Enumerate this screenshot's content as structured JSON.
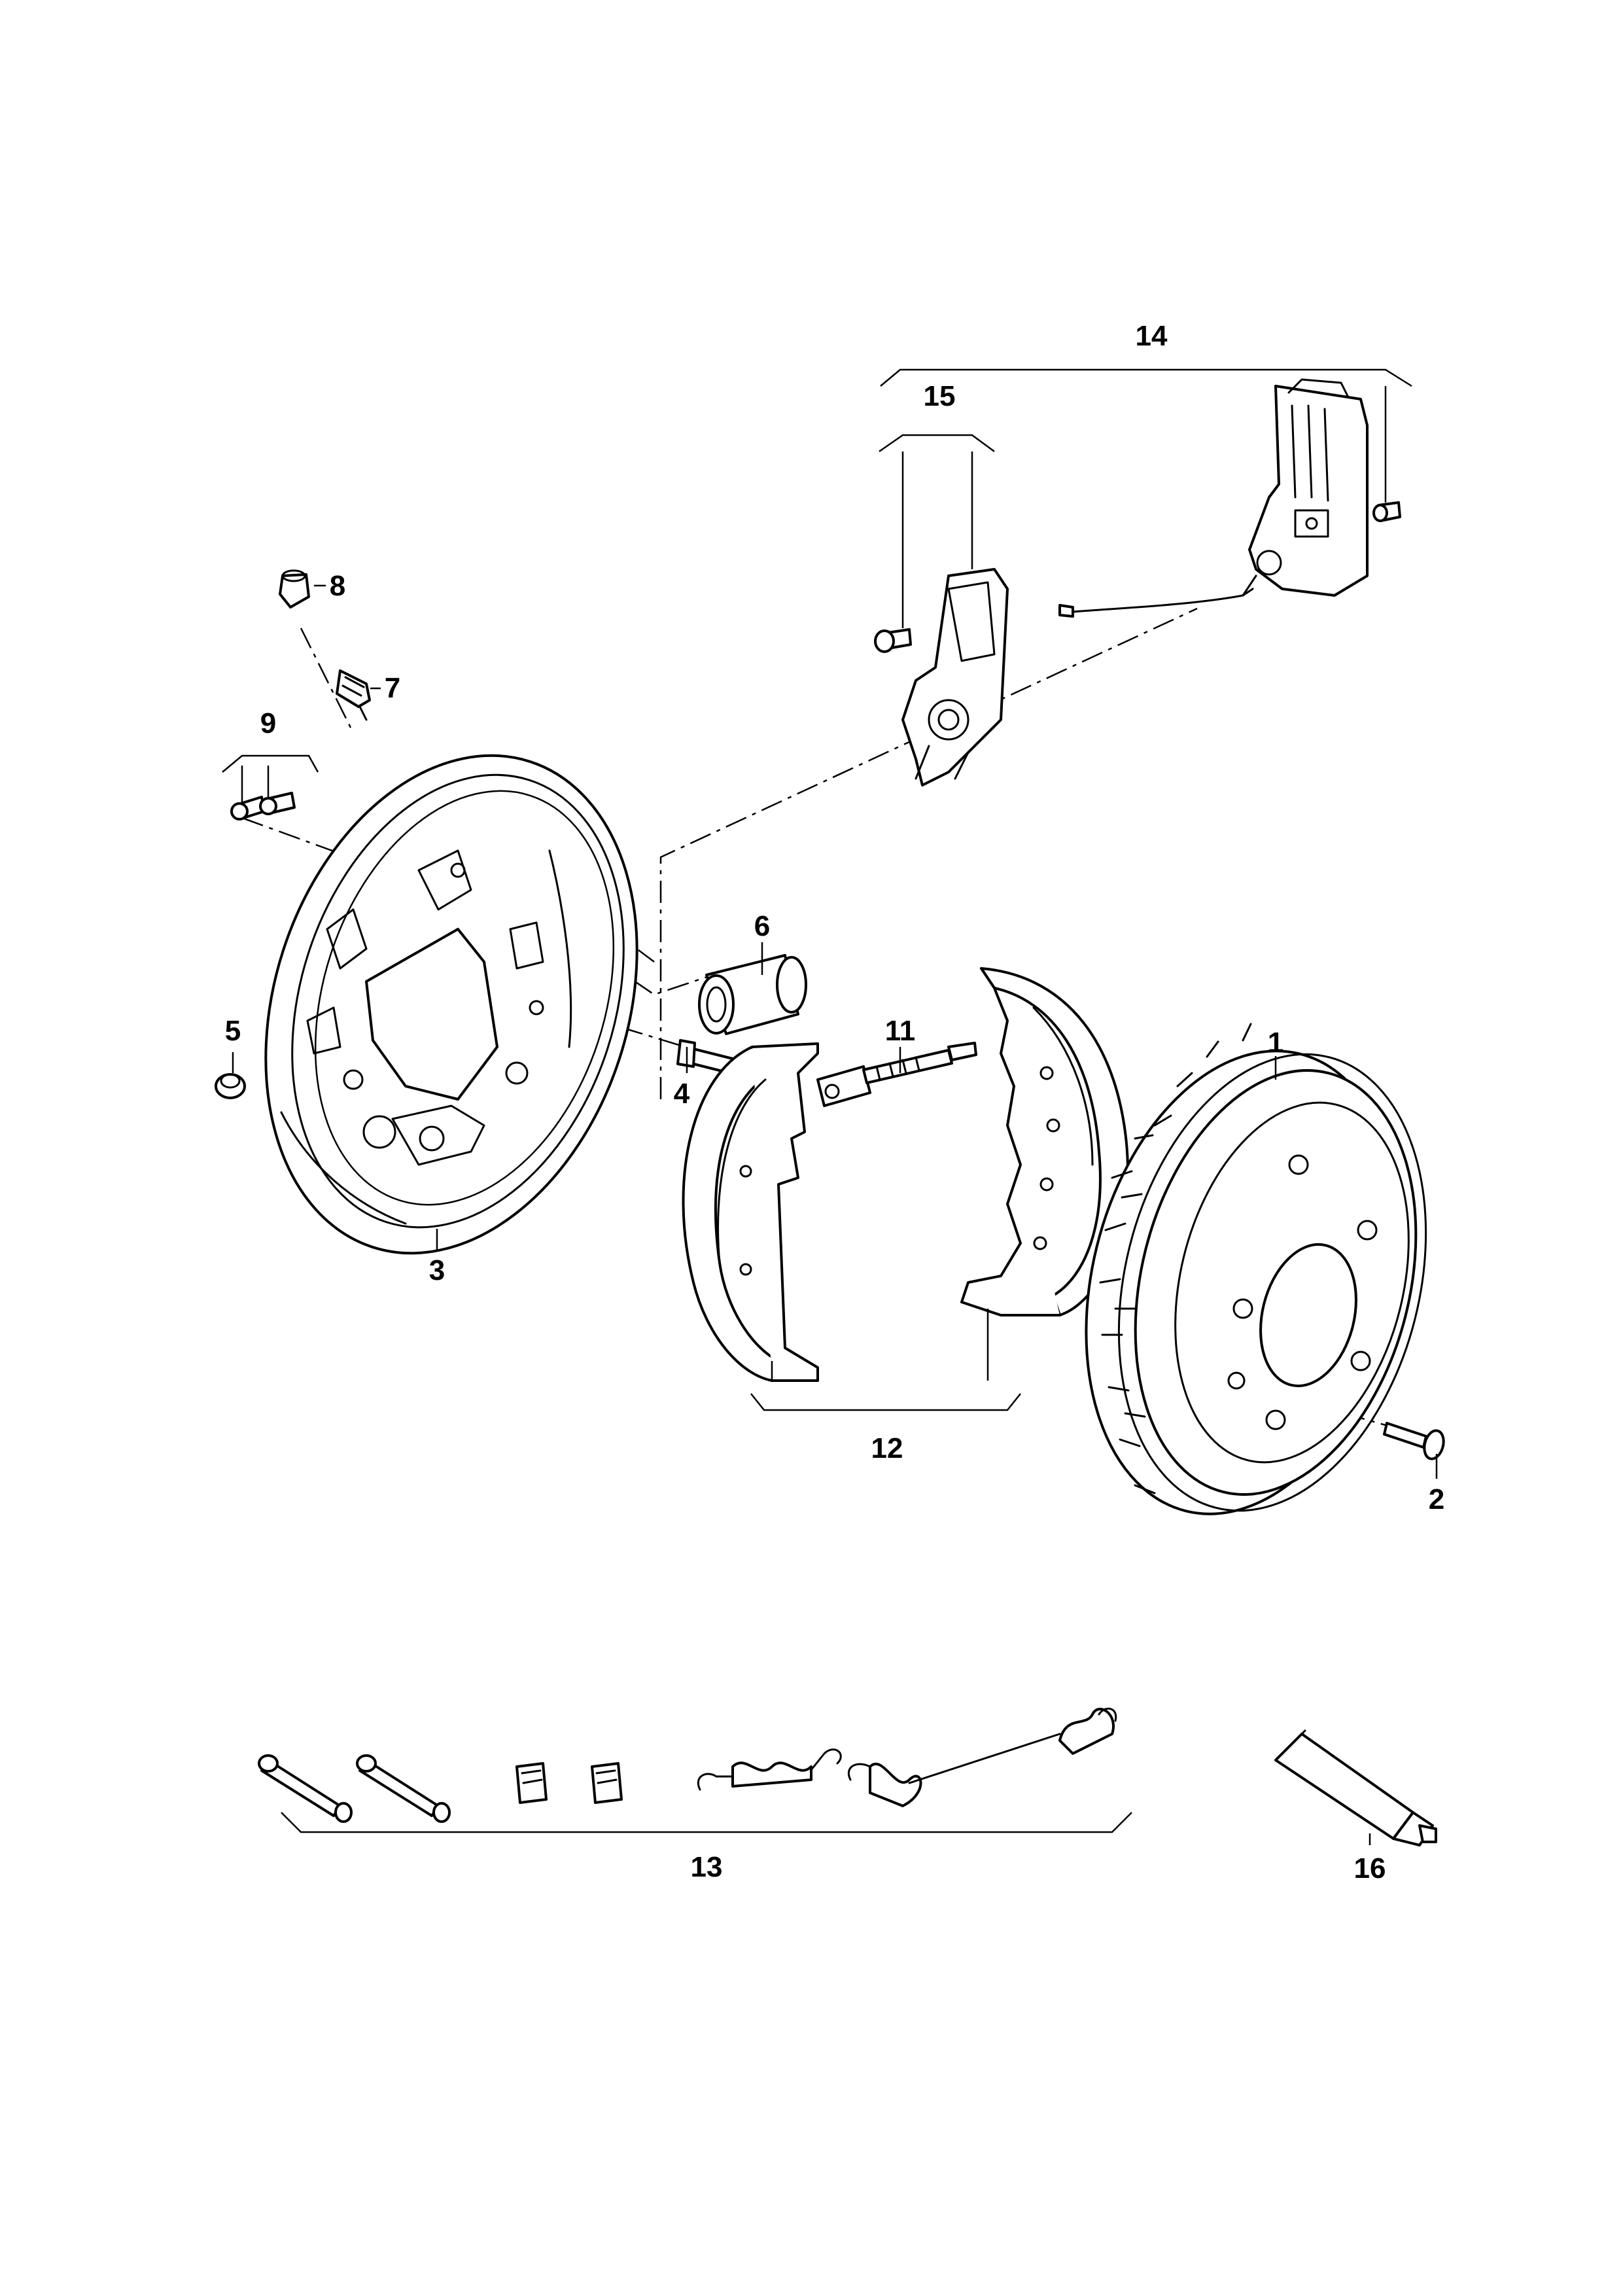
{
  "callouts": {
    "c1": "1",
    "c2": "2",
    "c3": "3",
    "c4": "4",
    "c5": "5",
    "c6": "6",
    "c7": "7",
    "c8": "8",
    "c9": "9",
    "c11": "11",
    "c12": "12",
    "c13": "13",
    "c14": "14",
    "c15": "15",
    "c16": "16"
  },
  "style": {
    "line_color": "#000000",
    "background": "#ffffff"
  }
}
